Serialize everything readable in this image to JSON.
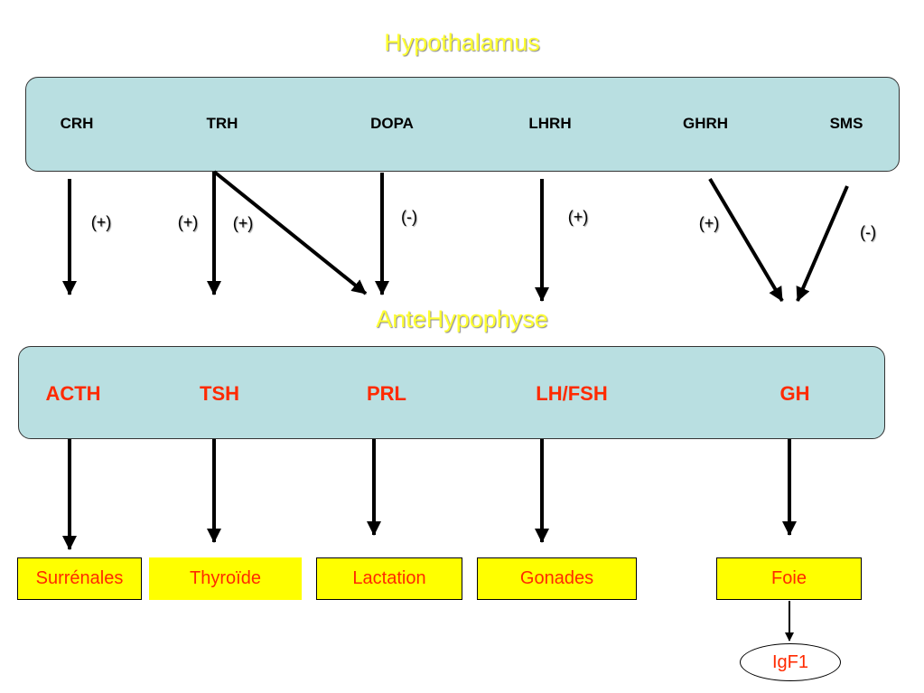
{
  "colors": {
    "title": "#ffff33",
    "panel_fill": "#b9dfe1",
    "ante_hormone": "#ff2a00",
    "target_fill": "#ffff00",
    "target_text": "#ff2a00",
    "arrow": "#000000"
  },
  "hypothalamus": {
    "title": "Hypothalamus",
    "hormones": [
      "CRH",
      "TRH",
      "DOPA",
      "LHRH",
      "GHRH",
      "SMS"
    ]
  },
  "signs": [
    "(+)",
    "(+)",
    "(+)",
    "(-)",
    "(+)",
    "(+)",
    "(-)"
  ],
  "antehypophyse": {
    "title": "AnteHypophyse",
    "hormones": [
      "ACTH",
      "TSH",
      "PRL",
      "LH/FSH",
      "GH"
    ]
  },
  "targets": [
    "Surrénales",
    "Thyroïde",
    "Lactation",
    "Gonades",
    "Foie"
  ],
  "igf1": "IgF1"
}
